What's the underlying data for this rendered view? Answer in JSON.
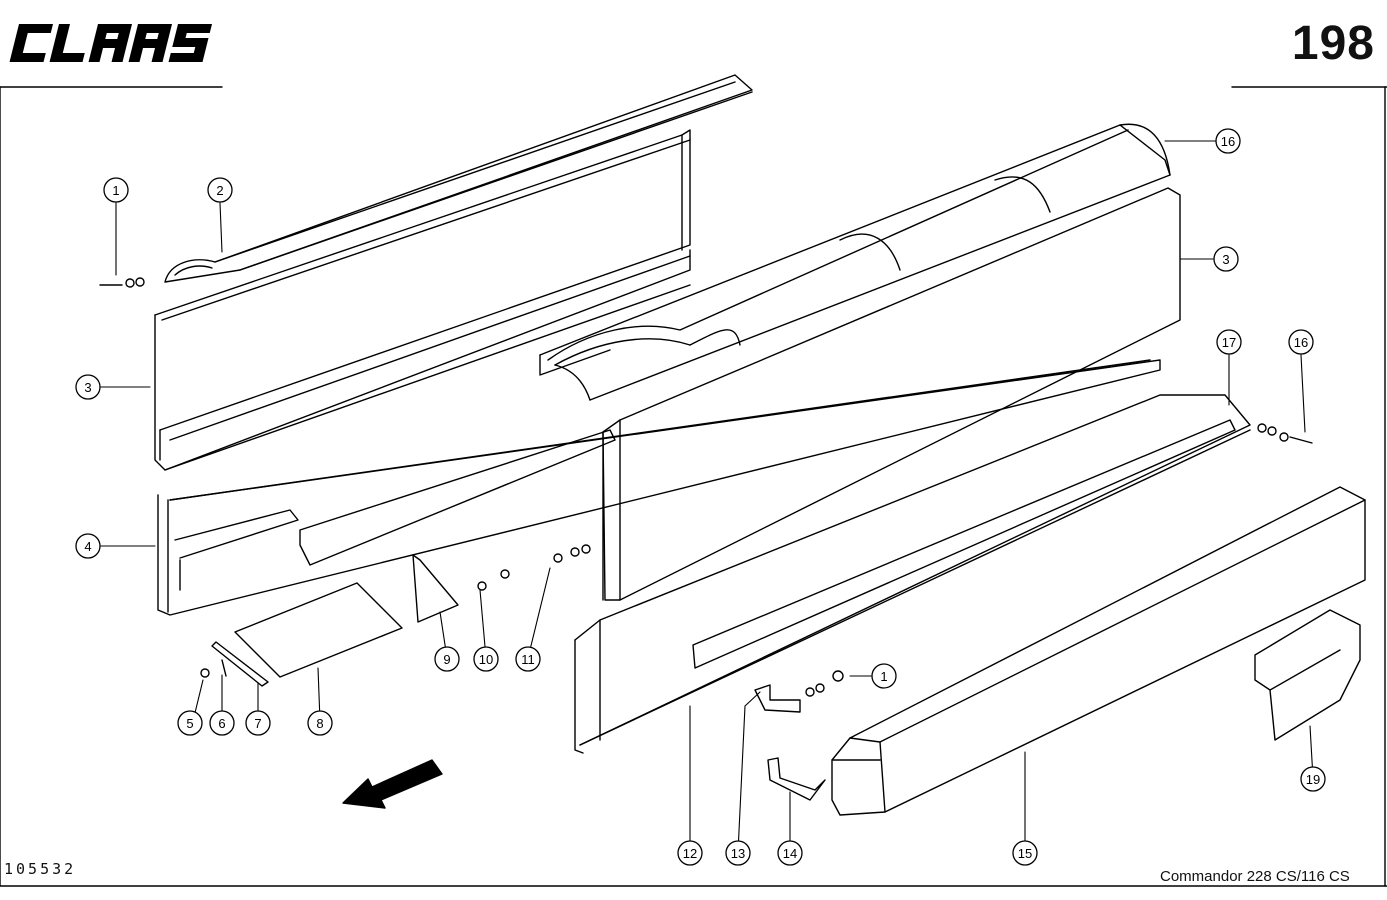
{
  "header": {
    "brand": "CLAAS",
    "page_number": "198"
  },
  "footer": {
    "document_number": "105532",
    "model": "Commandor 228 CS/116 CS"
  },
  "callouts": [
    {
      "id": "c1a",
      "label": "1"
    },
    {
      "id": "c2",
      "label": "2"
    },
    {
      "id": "c3a",
      "label": "3"
    },
    {
      "id": "c3b",
      "label": "3"
    },
    {
      "id": "c4",
      "label": "4"
    },
    {
      "id": "c5",
      "label": "5"
    },
    {
      "id": "c6",
      "label": "6"
    },
    {
      "id": "c7",
      "label": "7"
    },
    {
      "id": "c8",
      "label": "8"
    },
    {
      "id": "c9",
      "label": "9"
    },
    {
      "id": "c10",
      "label": "10"
    },
    {
      "id": "c11",
      "label": "11"
    },
    {
      "id": "c12",
      "label": "12"
    },
    {
      "id": "c13",
      "label": "13"
    },
    {
      "id": "c14",
      "label": "14"
    },
    {
      "id": "c15",
      "label": "15"
    },
    {
      "id": "c16a",
      "label": "16"
    },
    {
      "id": "c16b",
      "label": "16"
    },
    {
      "id": "c17",
      "label": "17"
    },
    {
      "id": "c19",
      "label": "19"
    },
    {
      "id": "c1b",
      "label": "1"
    }
  ]
}
